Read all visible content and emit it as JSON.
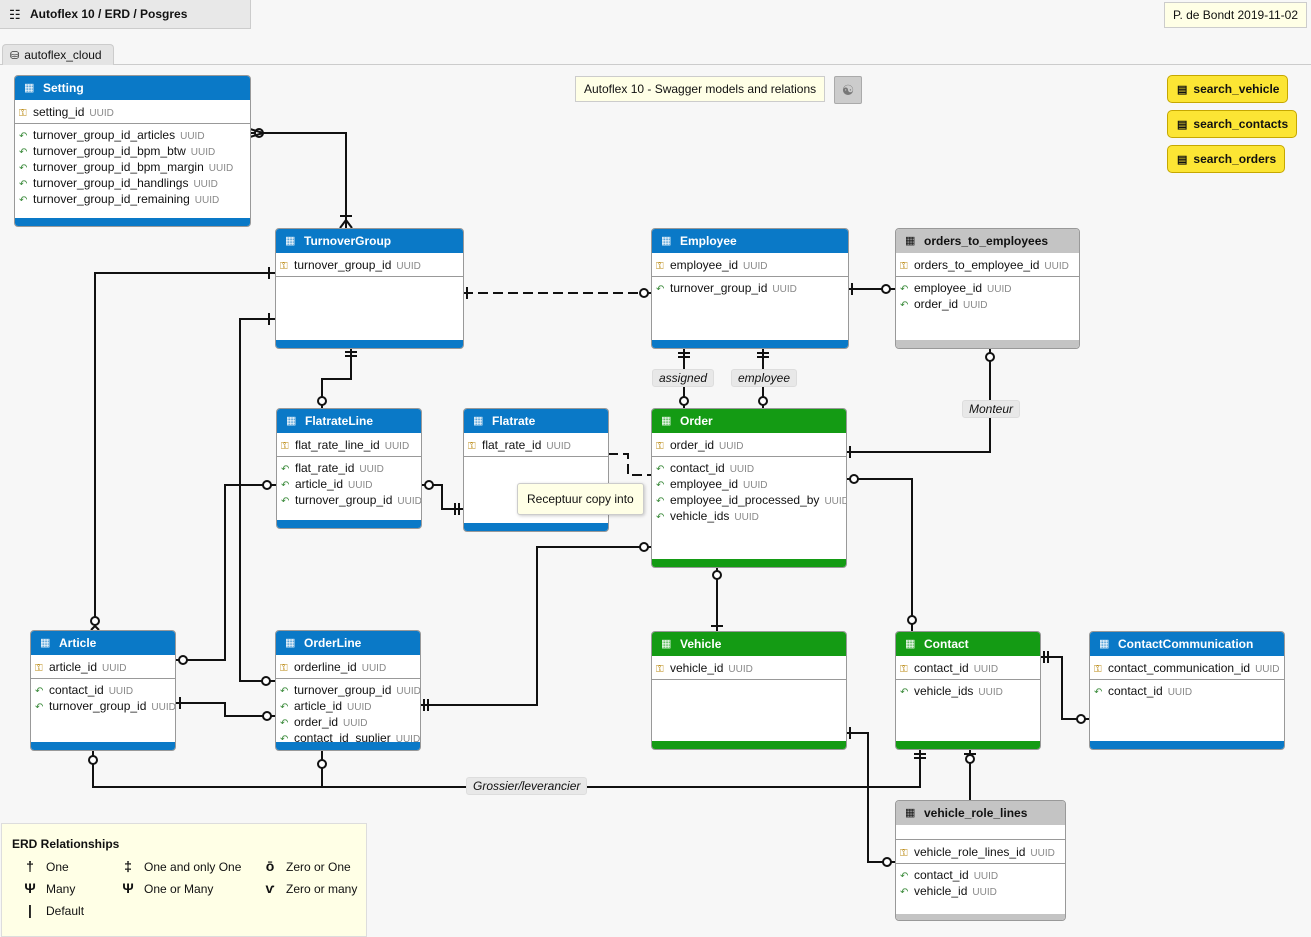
{
  "header": {
    "title": "Autoflex 10 / ERD / Posgres",
    "author": "P. de Bondt 2019-11-02"
  },
  "tab": {
    "label": "autoflex_cloud"
  },
  "note": "Autoflex 10 - Swagger models and relations",
  "tooltip": "Receptuur copy into",
  "search_tables": [
    "search_vehicle",
    "search_contacts",
    "search_orders"
  ],
  "entities": {
    "setting": {
      "name": "Setting",
      "pk": [
        [
          "setting_id",
          "UUID"
        ]
      ],
      "fields": [
        [
          "turnover_group_id_articles",
          "UUID"
        ],
        [
          "turnover_group_id_bpm_btw",
          "UUID"
        ],
        [
          "turnover_group_id_bpm_margin",
          "UUID"
        ],
        [
          "turnover_group_id_handlings",
          "UUID"
        ],
        [
          "turnover_group_id_remaining",
          "UUID"
        ]
      ]
    },
    "turnovergroup": {
      "name": "TurnoverGroup",
      "pk": [
        [
          "turnover_group_id",
          "UUID"
        ]
      ],
      "fields": []
    },
    "employee": {
      "name": "Employee",
      "pk": [
        [
          "employee_id",
          "UUID"
        ]
      ],
      "fields": [
        [
          "turnover_group_id",
          "UUID"
        ]
      ]
    },
    "orders_to_employees": {
      "name": "orders_to_employees",
      "pk": [
        [
          "orders_to_employee_id",
          "UUID"
        ]
      ],
      "fields": [
        [
          "employee_id",
          "UUID"
        ],
        [
          "order_id",
          "UUID"
        ]
      ]
    },
    "flatrateline": {
      "name": "FlatrateLine",
      "pk": [
        [
          "flat_rate_line_id",
          "UUID"
        ]
      ],
      "fields": [
        [
          "flat_rate_id",
          "UUID"
        ],
        [
          "article_id",
          "UUID"
        ],
        [
          "turnover_group_id",
          "UUID"
        ]
      ]
    },
    "flatrate": {
      "name": "Flatrate",
      "pk": [
        [
          "flat_rate_id",
          "UUID"
        ]
      ],
      "fields": []
    },
    "order": {
      "name": "Order",
      "pk": [
        [
          "order_id",
          "UUID"
        ]
      ],
      "fields": [
        [
          "contact_id",
          "UUID"
        ],
        [
          "employee_id",
          "UUID"
        ],
        [
          "employee_id_processed_by",
          "UUID"
        ],
        [
          "vehicle_ids",
          "UUID"
        ]
      ]
    },
    "article": {
      "name": "Article",
      "pk": [
        [
          "article_id",
          "UUID"
        ]
      ],
      "fields": [
        [
          "contact_id",
          "UUID"
        ],
        [
          "turnover_group_id",
          "UUID"
        ]
      ]
    },
    "orderline": {
      "name": "OrderLine",
      "pk": [
        [
          "orderline_id",
          "UUID"
        ]
      ],
      "fields": [
        [
          "turnover_group_id",
          "UUID"
        ],
        [
          "article_id",
          "UUID"
        ],
        [
          "order_id",
          "UUID"
        ],
        [
          "contact_id_suplier",
          "UUID"
        ]
      ]
    },
    "vehicle": {
      "name": "Vehicle",
      "pk": [
        [
          "vehicle_id",
          "UUID"
        ]
      ],
      "fields": []
    },
    "contact": {
      "name": "Contact",
      "pk": [
        [
          "contact_id",
          "UUID"
        ]
      ],
      "fields": [
        [
          "vehicle_ids",
          "UUID"
        ]
      ]
    },
    "contactcommunication": {
      "name": "ContactCommunication",
      "pk": [
        [
          "contact_communication_id",
          "UUID"
        ]
      ],
      "fields": [
        [
          "contact_id",
          "UUID"
        ]
      ]
    },
    "vehicle_role_lines": {
      "name": "vehicle_role_lines",
      "pk": [],
      "fields": []
    }
  },
  "vrl_rows": {
    "pk": [
      [
        "vehicle_role_lines_id",
        "UUID"
      ]
    ],
    "fields": [
      [
        "contact_id",
        "UUID"
      ],
      [
        "vehicle_id",
        "UUID"
      ]
    ]
  },
  "relation_labels": {
    "assigned": "assigned",
    "employee": "employee",
    "monteur": "Monteur",
    "grossier": "Grossier/leverancier"
  },
  "legend": {
    "title": "ERD Relationships",
    "items": [
      "One",
      "Many",
      "Default",
      "One and only One",
      "One or Many",
      "Zero or One",
      "Zero or many"
    ]
  }
}
